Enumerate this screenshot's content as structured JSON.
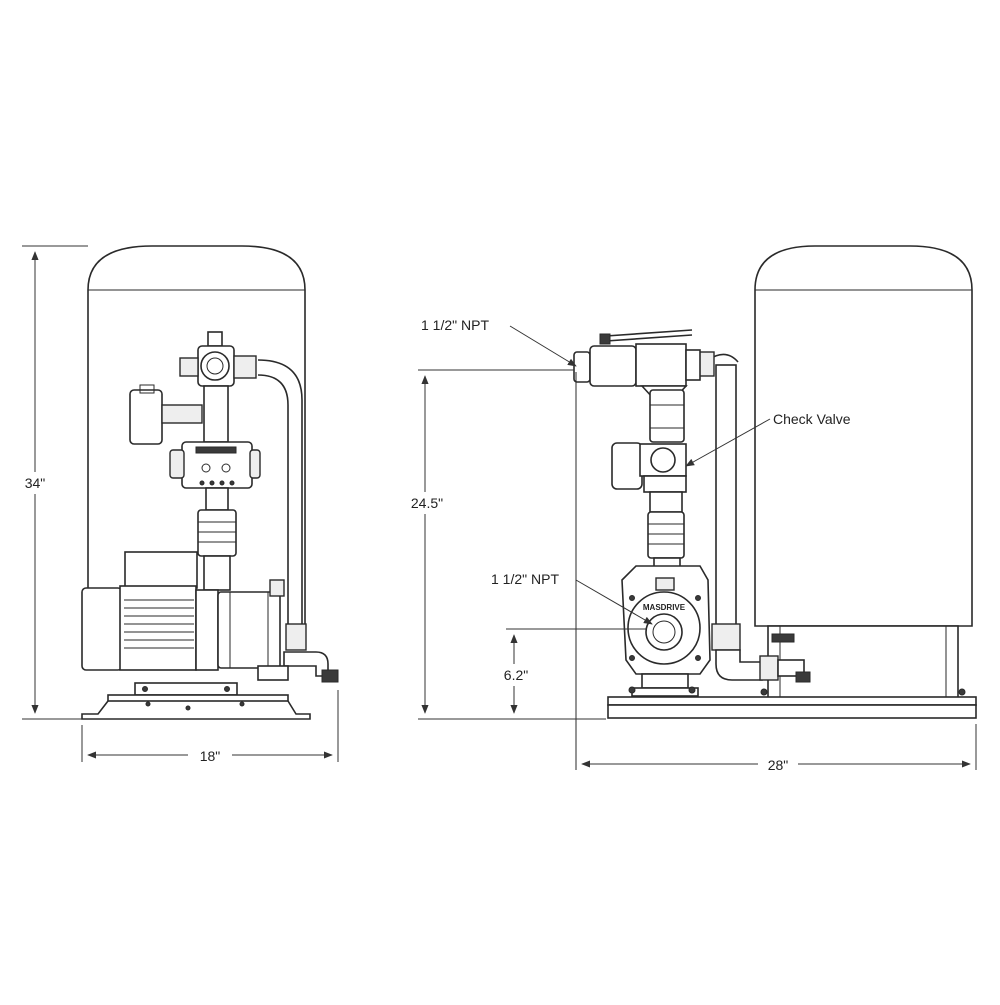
{
  "front_view": {
    "height_label": "34\"",
    "width_label": "18\""
  },
  "side_view": {
    "outlet_label": "1 1/2\" NPT",
    "check_valve_label": "Check Valve",
    "inlet_label": "1 1/2\" NPT",
    "outlet_height_label": "24.5\"",
    "inlet_height_label": "6.2\"",
    "length_label": "28\"",
    "pump_brand": "MASDRIVE"
  }
}
